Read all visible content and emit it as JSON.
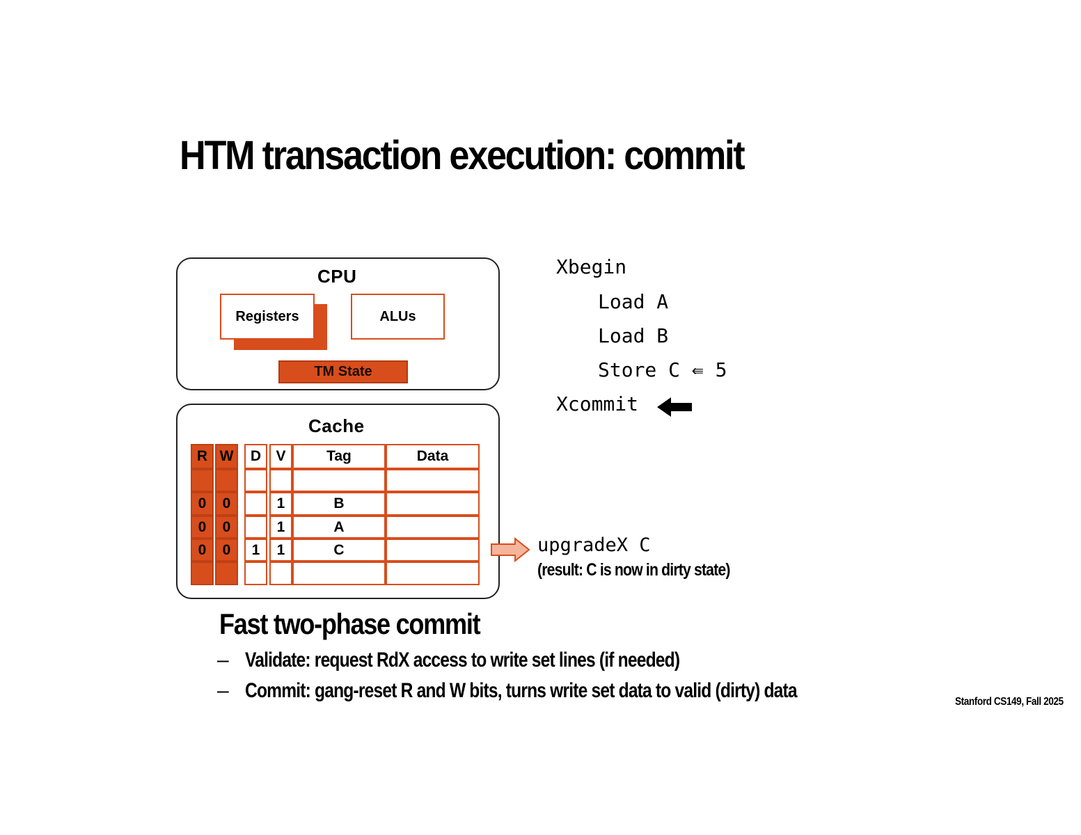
{
  "title": "HTM transaction execution: commit",
  "cpu": {
    "label": "CPU",
    "registers_label": "Registers",
    "alus_label": "ALUs",
    "tm_state_label": "TM State"
  },
  "cache": {
    "label": "Cache",
    "headers": {
      "r": "R",
      "w": "W",
      "d": "D",
      "v": "V",
      "tag": "Tag",
      "data": "Data"
    },
    "rows": [
      {
        "r": "",
        "w": "",
        "d": "",
        "v": "",
        "tag": "",
        "data": ""
      },
      {
        "r": "0",
        "w": "0",
        "d": "",
        "v": "1",
        "tag": "B",
        "data": ""
      },
      {
        "r": "0",
        "w": "0",
        "d": "",
        "v": "1",
        "tag": "A",
        "data": ""
      },
      {
        "r": "0",
        "w": "0",
        "d": "1",
        "v": "1",
        "tag": "C",
        "data": ""
      },
      {
        "r": "",
        "w": "",
        "d": "",
        "v": "",
        "tag": "",
        "data": ""
      }
    ]
  },
  "code": {
    "lines": [
      "Xbegin",
      "Load A",
      "Load B",
      "Store C ⇚ 5",
      "Xcommit"
    ],
    "current_line": "Xcommit"
  },
  "upgrade": {
    "command": "upgradeX C",
    "result": "(result: C is now in dirty state)"
  },
  "commit": {
    "heading": "Fast two-phase commit",
    "bullets": [
      "Validate: request RdX access to write set lines (if needed)",
      "Commit: gang-reset R and W bits, turns write set data to valid (dirty) data"
    ]
  },
  "footer": "Stanford CS149, Fall 2025",
  "colors": {
    "accent": "#d84d1c",
    "arrow_fill": "#f5b59c"
  }
}
